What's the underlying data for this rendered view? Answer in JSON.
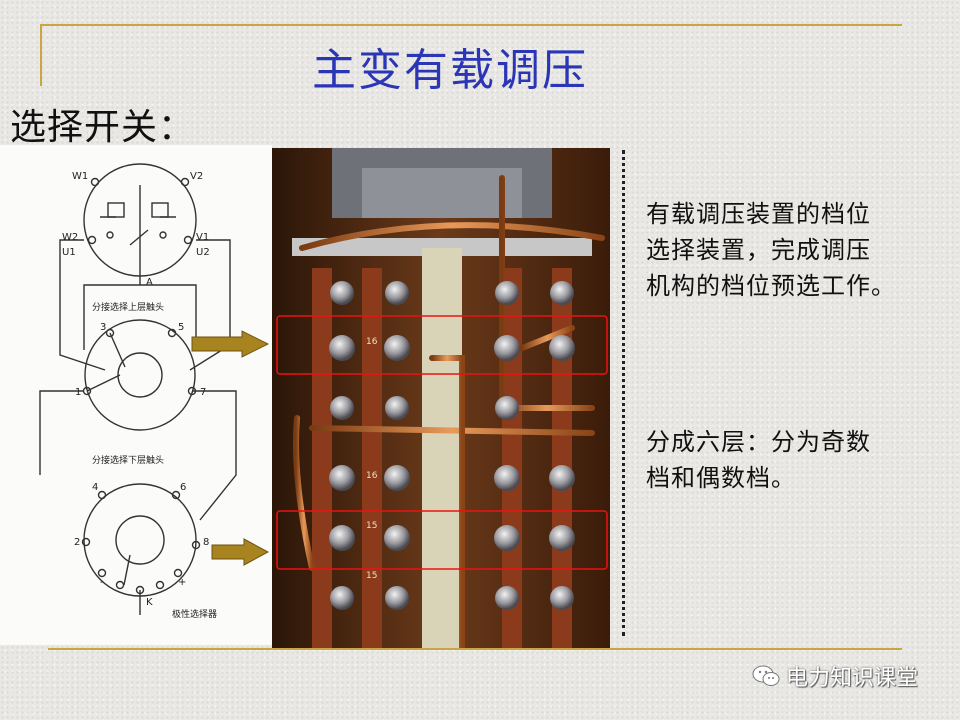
{
  "title": "主变有载调压",
  "subtitle": "选择开关：",
  "description": {
    "para1": [
      "有载调压装置的档位",
      "选择装置，完成调压",
      "机构的档位预选工作。"
    ],
    "para2": [
      "分成六层：分为奇数",
      "档和偶数档。"
    ]
  },
  "diagram": {
    "labels": {
      "w1": "W1",
      "v2": "V2",
      "w2": "W2",
      "v1": "V1",
      "u1": "U1",
      "u2": "U2",
      "a": "A",
      "upper_caption": "分接选择上层触头",
      "lower_caption": "分接选择下层触头",
      "n3": "3",
      "n5": "5",
      "n1": "1",
      "n7": "7",
      "n4": "4",
      "n6": "6",
      "n2": "2",
      "n8": "8",
      "minus": "-",
      "plus": "+",
      "k": "K",
      "k_caption": "极性选择器"
    }
  },
  "photo": {
    "labels": {
      "t16a": "16",
      "t16b": "16",
      "t15a": "15",
      "t15b": "15"
    }
  },
  "watermark": {
    "text": "电力知识课堂",
    "icon": "wechat-icon"
  },
  "colors": {
    "title": "#2a36b6",
    "accent_line": "#c9a642",
    "arrow": "#a88420",
    "highlight_box": "#e11"
  }
}
